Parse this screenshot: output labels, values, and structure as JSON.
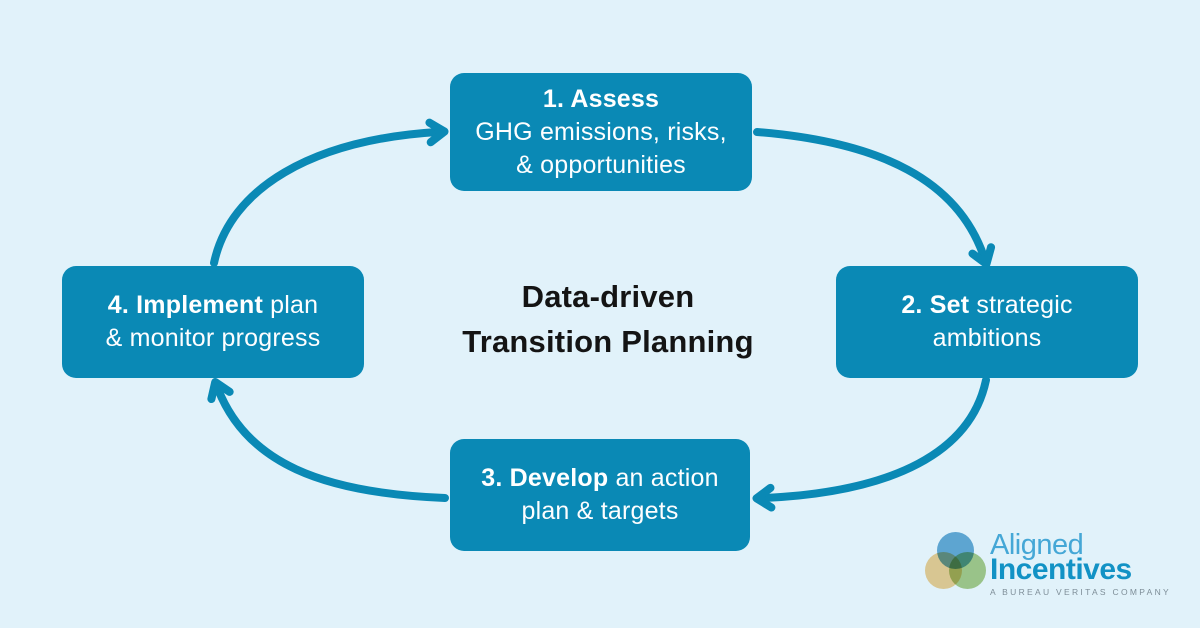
{
  "canvas": {
    "background_color": "#E1F2FA"
  },
  "title": {
    "line1": "Data-driven",
    "line2": "Transition Planning",
    "color": "#141414"
  },
  "cycle": {
    "box_color": "#0A89B5",
    "arrow_color": "#0A89B5",
    "text_color": "#FFFFFF",
    "step1": {
      "line1_bold": "1. Assess",
      "line2": "GHG emissions, risks,",
      "line3": "& opportunities"
    },
    "step2": {
      "line1_bold": "2. Set",
      "line1_rest": " strategic",
      "line2": "ambitions"
    },
    "step3": {
      "line1_bold": "3. Develop",
      "line1_rest": " an action",
      "line2": "plan & targets"
    },
    "step4": {
      "line1_bold": "4. Implement",
      "line1_rest": " plan",
      "line2": "& monitor progress"
    }
  },
  "logo": {
    "line1": "Aligned",
    "line2": "Incentives",
    "tagline": "A BUREAU VERITAS COMPANY",
    "line1_color": "#45A7D6",
    "line2_color": "#1292C5",
    "tagline_color": "#7E8E98",
    "mark_blue": "#5CA7D2",
    "mark_yellow": "#F5CD8C",
    "mark_green": "#A7CA82"
  }
}
